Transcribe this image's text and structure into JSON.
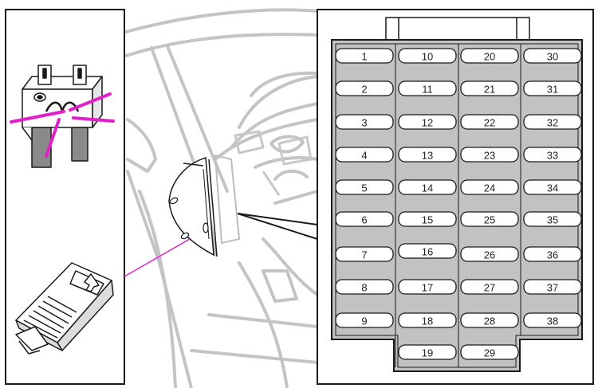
{
  "fuse_box": {
    "columns": [
      {
        "fuses": [
          "1",
          "2",
          "3",
          "4",
          "5",
          "6",
          "7",
          "8",
          "9"
        ]
      },
      {
        "fuses": [
          "10",
          "11",
          "12",
          "13",
          "14",
          "15",
          "16",
          "17",
          "18",
          "19"
        ]
      },
      {
        "fuses": [
          "20",
          "21",
          "22",
          "23",
          "24",
          "25",
          "26",
          "27",
          "28",
          "29"
        ]
      },
      {
        "fuses": [
          "30",
          "31",
          "32",
          "33",
          "34",
          "35",
          "36",
          "37",
          "38"
        ]
      }
    ]
  },
  "colors": {
    "magenta": "#e020c8",
    "fuse_bg": "#c2c2c2",
    "outline": "#1a1a1a",
    "car_line": "#bdbdbd"
  }
}
